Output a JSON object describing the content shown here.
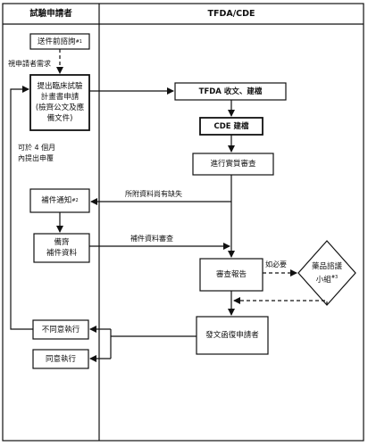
{
  "lanes": {
    "applicant": "試驗申請者",
    "agency": "TFDA/CDE"
  },
  "boxes": {
    "pre_consult": {
      "text": "送件前諮詢",
      "sup": "#1"
    },
    "submit_plan": {
      "lines": [
        "提出臨床試驗",
        "計畫書申請",
        "(檢齊公文及應",
        "備文件)"
      ]
    },
    "tfda_receive": {
      "text": "TFDA 收文、建檔"
    },
    "cde_file": {
      "text": "CDE 建檔"
    },
    "review": {
      "text": "進行實質審查"
    },
    "supplement_notice": {
      "text": "補件通知",
      "sup": "#2"
    },
    "prepare_docs": {
      "lines": [
        "備齊",
        "補件資料"
      ]
    },
    "review_report": {
      "text": "審查報告"
    },
    "drug_committee": {
      "lines": [
        "藥品諮議",
        "小組"
      ],
      "sup": "#3"
    },
    "reply_applicant": {
      "text": "發文函復申請者"
    },
    "disagree": {
      "text": "不同意執行"
    },
    "agree": {
      "text": "同意執行"
    }
  },
  "annotations": {
    "as_needed_applicant": "視申請者需求",
    "within_4_months": [
      "可於 4 個月",
      "內提出申覆"
    ],
    "missing_docs": "所附資料尚有缺失",
    "supplement_review": "補件資料審查",
    "if_necessary": "如必要"
  }
}
